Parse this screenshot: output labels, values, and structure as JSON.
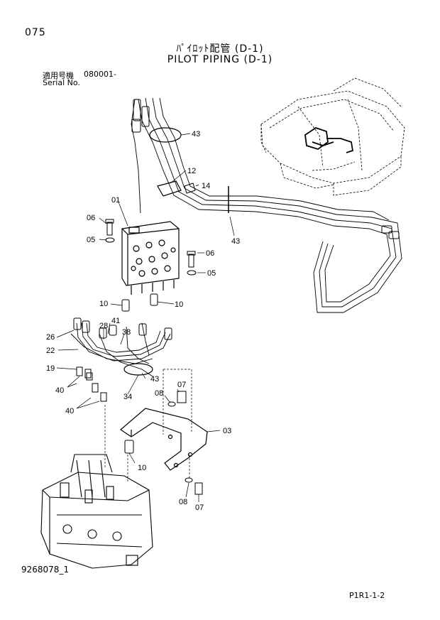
{
  "header": {
    "page_number": "075",
    "title_jp": "ﾊﾟｲﾛｯﾄ配管 (D-1)",
    "title_en": "PILOT PIPING (D-1)",
    "serial_label_jp": "適用号機",
    "serial_value": "080001-",
    "serial_label_en": "Serial No."
  },
  "footer": {
    "drawing_number": "9268078_1",
    "page_code": "P1R1-1-2"
  },
  "callouts": {
    "p43a": "43",
    "p12": "12",
    "p14": "14",
    "p43b": "43",
    "p01": "01",
    "p06a": "06",
    "p05a": "05",
    "p06b": "06",
    "p05b": "05",
    "p10a": "10",
    "p10b": "10",
    "p41": "41",
    "p28": "28",
    "p38": "38",
    "p26": "26",
    "p22": "22",
    "p19": "19",
    "p40a": "40",
    "p40b": "40",
    "p34": "34",
    "p43c": "43",
    "p07a": "07",
    "p08a": "08",
    "p03": "03",
    "p10c": "10",
    "p08b": "08",
    "p07b": "07"
  }
}
